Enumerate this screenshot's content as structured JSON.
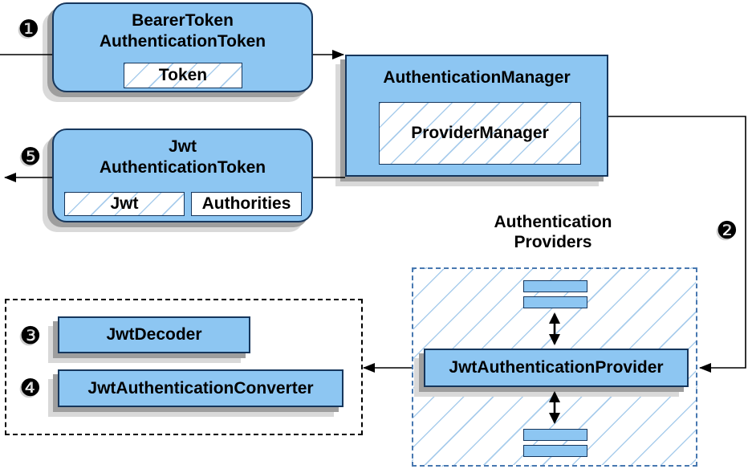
{
  "colors": {
    "node-fill": "#8dc6f2",
    "node-border": "#16365c",
    "hatch": "#a9cdec",
    "providers-border": "#4878b0",
    "shadow-dark": "#9e9e9e",
    "shadow-light": "#d9d9d9",
    "wire": "#000000"
  },
  "badges": {
    "step1": "❶",
    "step2": "❷",
    "step3": "❸",
    "step4": "❹",
    "step5": "❺"
  },
  "nodes": {
    "bearer_token": {
      "title_line1": "BearerToken",
      "title_line2": "AuthenticationToken",
      "member": "Token"
    },
    "authentication_manager": {
      "title": "AuthenticationManager",
      "member": "ProviderManager"
    },
    "jwt_authentication_token": {
      "title_line1": "Jwt",
      "title_line2": "AuthenticationToken",
      "member1": "Jwt",
      "member2": "Authorities"
    },
    "jwt_authentication_provider": {
      "title": "JwtAuthenticationProvider"
    },
    "jwt_decoder": {
      "title": "JwtDecoder"
    },
    "jwt_authentication_converter": {
      "title": "JwtAuthenticationConverter"
    }
  },
  "labels": {
    "providers_group_line1": "Authentication",
    "providers_group_line2": "Providers"
  }
}
